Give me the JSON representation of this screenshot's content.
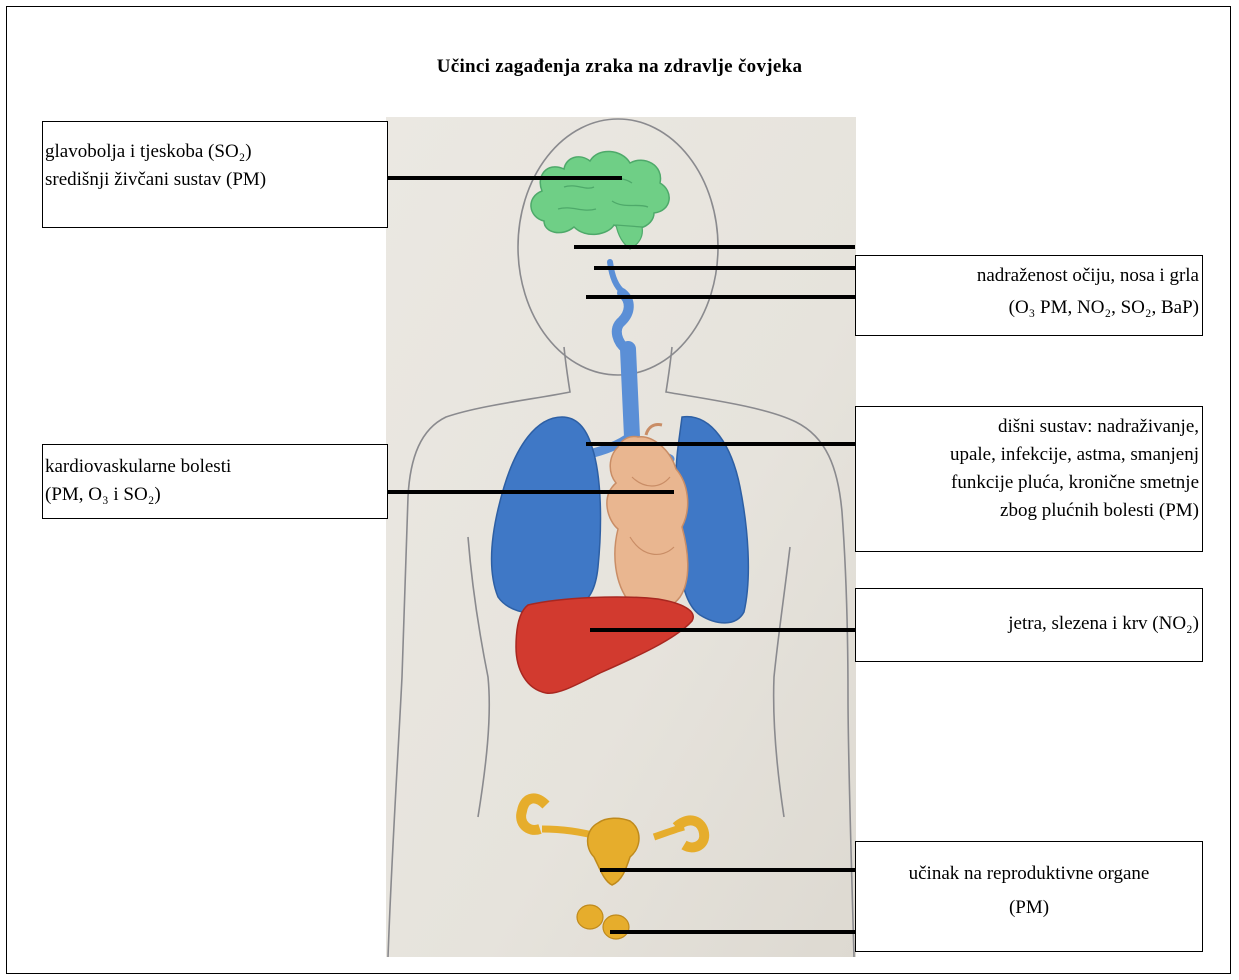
{
  "title": "Učinci zagađenja zraka na zdravlje čovjeka",
  "labels": {
    "cns": [
      "glavobolja i tjeskoba (SO₂)",
      "središnji živčani sustav (PM)"
    ],
    "cardio": [
      "kardiovaskularne bolesti",
      "(PM, O₃ i SO₂)"
    ],
    "eyes": [
      "nadraženost očiju, nosa i grla",
      "(O₃ PM, NO₂, SO₂, BaP)"
    ],
    "respiratory": [
      "dišni sustav: nadraživanje,",
      "upale, infekcije, astma, smanjenj",
      "funkcije pluća, kronične smetnje",
      "zbog plućnih bolesti (PM)"
    ],
    "liver": [
      "jetra, slezena i krv (NO₂)"
    ],
    "reproductive": [
      "učinak na reproduktivne organe",
      "(PM)"
    ]
  },
  "colors": {
    "brain": "#6fcf86",
    "airway": "#5b8fd6",
    "lungs": "#3f78c6",
    "heart": "#e9b690",
    "liver": "#d23a2f",
    "reproductive": "#e6ad2c",
    "paper": "#e9e6df"
  }
}
